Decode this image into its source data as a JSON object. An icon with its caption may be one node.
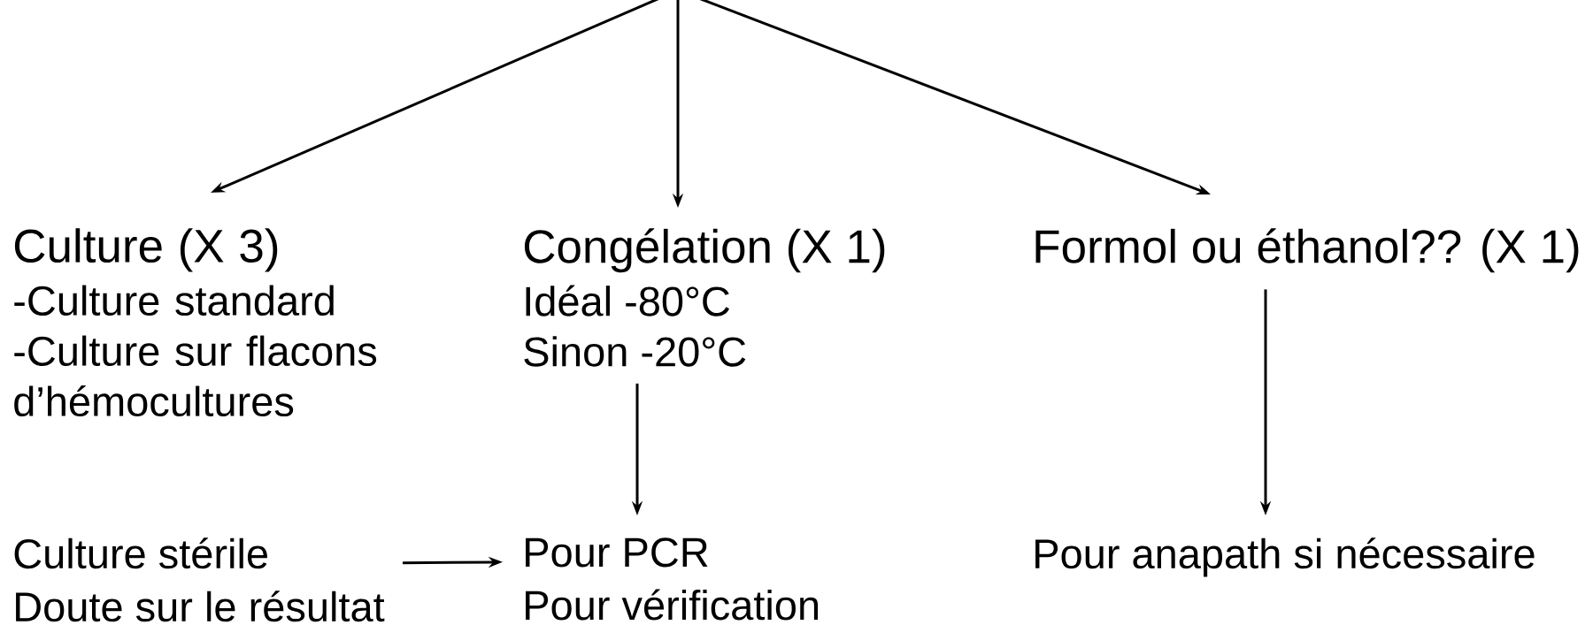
{
  "diagram": {
    "nodes": [
      {
        "text": [
          "Culture (X 3)",
          "-Culture standard",
          "-Culture sur flacons d’hémocultures"
        ]
      },
      {
        "text": [
          "Congélation (X 1)",
          "Idéal -80°C",
          "Sinon -20°C"
        ]
      },
      {
        "text": [
          "Formol ou éthanol?? (X 1)"
        ]
      },
      {
        "text": [
          "Culture stérile",
          "Doute sur le résultat"
        ]
      },
      {
        "text": [
          "Pour PCR",
          "Pour vérification"
        ]
      },
      {
        "text": [
          "Pour anapath si nécessaire"
        ]
      }
    ],
    "edges": [
      {
        "from": null,
        "to": 0,
        "arrow": "to"
      },
      {
        "from": null,
        "to": 1,
        "arrow": "to"
      },
      {
        "from": null,
        "to": 2,
        "arrow": "to"
      },
      {
        "from": 1,
        "to": 4,
        "arrow": "to"
      },
      {
        "from": 2,
        "to": 5,
        "arrow": "to"
      },
      {
        "from": 3,
        "to": 4,
        "arrow": "to"
      }
    ]
  }
}
